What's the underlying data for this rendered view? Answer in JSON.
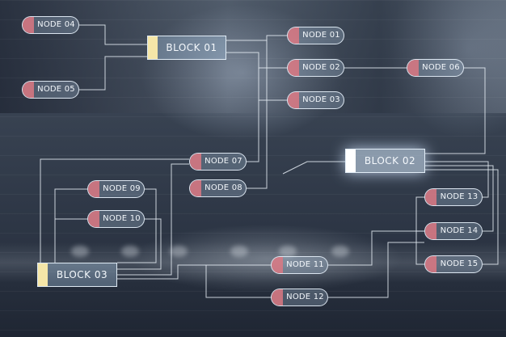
{
  "blocks": [
    {
      "id": "block-01",
      "label": "BLOCK 01"
    },
    {
      "id": "block-02",
      "label": "BLOCK 02"
    },
    {
      "id": "block-03",
      "label": "BLOCK 03"
    }
  ],
  "nodes": [
    {
      "id": "node-04",
      "label": "NODE 04"
    },
    {
      "id": "node-05",
      "label": "NODE 05"
    },
    {
      "id": "node-01",
      "label": "NODE 01"
    },
    {
      "id": "node-02",
      "label": "NODE 02"
    },
    {
      "id": "node-03",
      "label": "NODE 03"
    },
    {
      "id": "node-06",
      "label": "NODE 06"
    },
    {
      "id": "node-07",
      "label": "NODE 07"
    },
    {
      "id": "node-08",
      "label": "NODE 08"
    },
    {
      "id": "node-09",
      "label": "NODE 09"
    },
    {
      "id": "node-10",
      "label": "NODE 10"
    },
    {
      "id": "node-11",
      "label": "NODE 11"
    },
    {
      "id": "node-12",
      "label": "NODE 12"
    },
    {
      "id": "node-13",
      "label": "NODE 13"
    },
    {
      "id": "node-14",
      "label": "NODE 14"
    },
    {
      "id": "node-15",
      "label": "NODE 15"
    }
  ],
  "colors": {
    "connector": "#e6edf5",
    "node_tab": "#dc7882",
    "block_tab": "#f5e6a8"
  }
}
